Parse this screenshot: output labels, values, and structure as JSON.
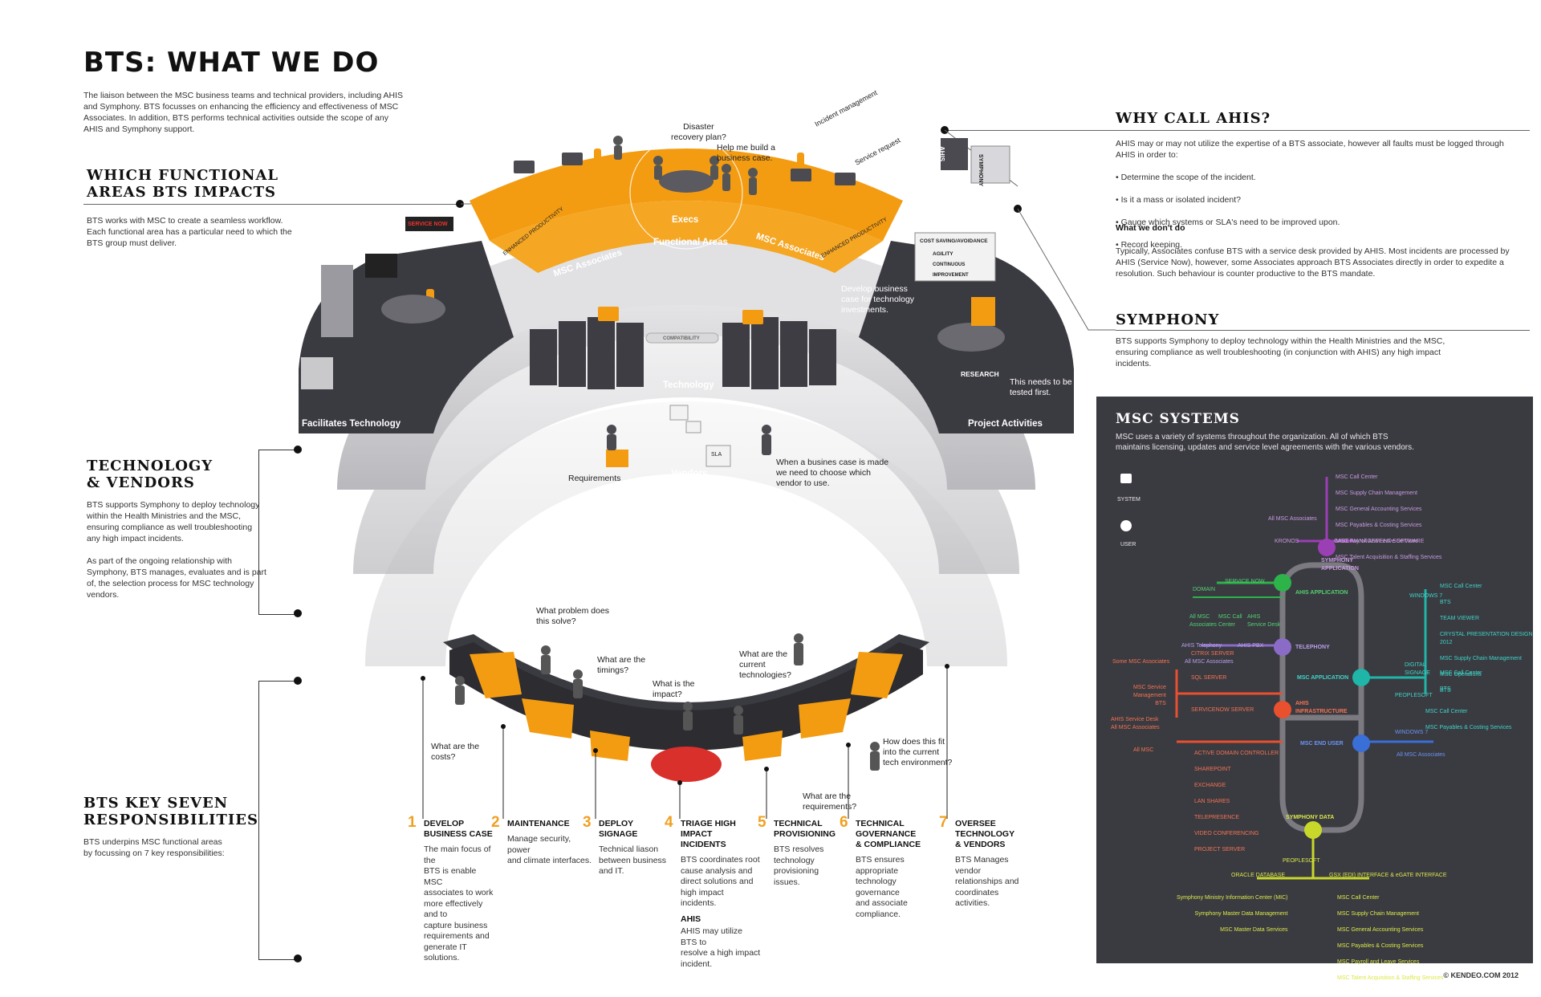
{
  "title": "BTS: WHAT WE DO",
  "intro": "The liaison between the MSC business teams and technical providers, including AHIS and Symphony. BTS focusses on enhancing the efficiency and effectiveness of MSC Associates. In addition, BTS performs technical activities outside the scope of any AHIS and Symphony support.",
  "left_sections": {
    "functional": {
      "heading": "WHICH FUNCTIONAL\nAREAS BTS IMPACTS",
      "body": "BTS works with MSC to create a seamless workflow.\nEach functional area has a particular need to which the\nBTS group must deliver."
    },
    "technology": {
      "heading": "TECHNOLOGY\n& VENDORS",
      "body": "BTS supports Symphony to deploy technology\nwithin the Health Ministries and the MSC,\nensuring compliance as well troubleshooting\nany high impact incidents.\n\nAs part of the ongoing relationship with\nSymphony, BTS manages, evaluates and is part\nof, the selection process for MSC technology\nvendors."
    },
    "responsibilities": {
      "heading": "BTS KEY SEVEN\nRESPONSIBILITIES",
      "body": "BTS underpins MSC functional areas\nby focussing on 7 key responsibilities:"
    }
  },
  "right_sections": {
    "why_ahis": {
      "heading": "WHY CALL AHIS?",
      "body": "AHIS may or may not utilize the expertise of a BTS associate, however all faults must be logged through AHIS in order to:",
      "bullets": [
        "• Determine the scope of the incident.",
        "• Is it a mass or isolated incident?",
        "• Gauge which systems or SLA's need to be improved upon.",
        "• Record keeping."
      ],
      "dont_heading": "What we don't do",
      "dont_body": "Typically, Associates confuse BTS with a service desk provided by AHIS. Most incidents are processed by AHIS (Service Now), however, some Associates approach BTS Associates directly in order to expedite a resolution. Such behaviour is counter productive to the BTS mandate."
    },
    "symphony": {
      "heading": "SYMPHONY",
      "body": "BTS supports Symphony to deploy technology within the Health Ministries and the MSC,\nensuring compliance as well troubleshooting (in conjunction with AHIS) any high impact\nincidents."
    }
  },
  "diagram": {
    "top_arc": {
      "execs": "Execs",
      "functional_areas": "Functional Areas",
      "msc_associates_left": "MSC Associates",
      "msc_associates_right": "MSC Associates",
      "enhanced_left": "ENHANCED PRODUCTIVITY",
      "enhanced_right": "ENHANCED PRODUCTIVITY",
      "disaster": "Disaster\nrecovery plan?",
      "build_case": "Help me build a\nbusiness case.",
      "incident_mgmt": "Incident management",
      "service_request": "Service request",
      "ahis_box": "AHIS",
      "symphony_box": "SYMPHONY"
    },
    "middle": {
      "facilitates": "Facilitates Technology",
      "project_activities": "Project Activities",
      "technology": "Technology",
      "compatibility": "COMPATIBILITY",
      "develop_case": "Develop business\ncase for technology\ninvestments.",
      "research": "RESEARCH",
      "tested": "This needs to be\ntested first.",
      "board_title": "COST SAVING/AVOIDANCE",
      "board_agility": "AGILITY",
      "board_ci": "CONTINUOUS\nIMPROVEMENT",
      "ticker": "SERVICE NOW"
    },
    "vendors": {
      "vendors": "Vendors",
      "requirements": "Requirements",
      "choose": "When a busines case is made\nwe need to choose which\nvendor to use.",
      "sla": "SLA"
    },
    "bottom": {
      "q_problem": "What problem does\nthis solve?",
      "q_timings": "What are the\ntimings?",
      "q_impact": "What is the\nimpact?",
      "q_current": "What are the\ncurrent\ntechnologies?",
      "q_costs": "What are the\ncosts?",
      "q_fit": "How does this fit\ninto the current\ntech environment?",
      "q_requirements": "What are the\nrequirements?"
    }
  },
  "responsibilities": [
    {
      "num": "1",
      "title": "DEVELOP\nBUSINESS CASE",
      "body": "The main focus of the\nBTS is enable MSC\nassociates to work\nmore effectively and to\ncapture business\nrequirements and\ngenerate IT solutions."
    },
    {
      "num": "2",
      "title": "MAINTENANCE",
      "body": "Manage security, power\nand climate interfaces."
    },
    {
      "num": "3",
      "title": "DEPLOY\nSIGNAGE",
      "body": "Technical liason\nbetween business\nand IT."
    },
    {
      "num": "4",
      "title": "TRIAGE HIGH\nIMPACT\nINCIDENTS",
      "body": "BTS coordinates root\ncause analysis and\ndirect solutions and\nhigh impact incidents.",
      "extra_title": "AHIS",
      "extra_body": "AHIS may utilize BTS to\nresolve a high impact\nincident."
    },
    {
      "num": "5",
      "title": "TECHNICAL\nPROVISIONING",
      "body": "BTS resolves\ntechnology\nprovisioning issues."
    },
    {
      "num": "6",
      "title": "TECHNICAL\nGOVERNANCE\n& COMPLIANCE",
      "body": "BTS ensures appropriate\ntechnology governance\nand associate\ncompliance."
    },
    {
      "num": "7",
      "title": "OVERSEE\nTECHNOLOGY\n& VENDORS",
      "body": "BTS Manages\nvendor\nrelationships and\ncoordinates\nactivities."
    }
  ],
  "msc_systems": {
    "heading": "MSC SYSTEMS",
    "body": "MSC uses a variety of systems throughout the organization. All of which BTS\nmaintains licensing, updates and service level agreements with the various vendors.",
    "legend_system": "SYSTEM",
    "legend_user": "USER",
    "nodes": {
      "symphony_app": "SYMPHONY\nAPPLICATION",
      "ahis_app": "AHIS APPLICATION",
      "telephony": "TELEPHONY",
      "msc_app": "MSC APPLICATION",
      "ahis_infra": "AHIS\nINFRASTRUCTURE",
      "msc_end_user": "MSC END USER",
      "symphony_data": "SYMPHONY DATA",
      "kronos": "KRONOS",
      "case_mgmt": "CASE MANAGEMENT SOFTWARE",
      "all_msc_assoc_top": "All MSC Associates",
      "domain": "DOMAIN",
      "service_now": "SERVICE NOW",
      "all_msc_assoc_green": "All MSC\nAssociates",
      "msc_call_center_green": "MSC Call\nCenter",
      "ahis_service_desk_green": "AHIS\nService Desk",
      "ahis_telephony": "AHIS Telephony",
      "ahis_pbx": "AHIS PBX",
      "all_msc_assoc_purple": "All MSC Associates",
      "windows7": "WINDOWS 7",
      "digital_signage": "DIGITAL\nSIGNAGE",
      "peoplesoft_right": "PEOPLESOFT",
      "windows7_blue": "WINDOWS 7",
      "all_msc_assoc_blue": "All MSC Associates",
      "some_msc_assoc": "Some MSC Associates",
      "msc_service_mgmt": "MSC Service\nManagement\nBTS",
      "ahis_service_desk_red": "AHIS Service Desk\nAll MSC Associates",
      "all_msc_red": "All MSC",
      "citrix": "CITRIX SERVER",
      "sql": "SQL SERVER",
      "servicenow_server": "SERVICENOW SERVER",
      "peoplesoft_bottom": "PEOPLESOFT",
      "oracle": "ORACLE DATABASE",
      "gsx": "GSX (EDI) INTERFACE & eGATE INTERFACE"
    },
    "lists": {
      "top_purple": [
        "MSC Call Center",
        "MSC Supply Chain Management",
        "MSC General Accounting Services",
        "MSC Payables & Costing Services",
        "MSC Payroll And Leave Services",
        "MSC Talent Acquisition & Staffing Services"
      ],
      "teal_right": [
        "MSC Call Center",
        "BTS",
        "TEAM VIEWER",
        "CRYSTAL PRESENTATION DESIGN 2012",
        "MSC Supply Chain Management",
        "MSC Operations",
        "BTS"
      ],
      "teal_signage": [
        "MSC Call Center",
        "BTS"
      ],
      "teal_peoplesoft": [
        "MSC Call Center",
        "MSC Payables & Costing Services"
      ],
      "red_infra": [
        "ACTIVE DOMAIN CONTROLLER",
        "SHAREPOINT",
        "EXCHANGE",
        "LAN SHARES",
        "TELEPRESENCE",
        "VIDEO CONFERENCING",
        "PROJECT SERVER"
      ],
      "yellow_left": [
        "Symphony Ministry Information Center (MIC)",
        "Symphony Master Data Management",
        "MSC Master Data Services"
      ],
      "yellow_right": [
        "MSC Call Center",
        "MSC Supply Chain Management",
        "MSC General Accounting Services",
        "MSC Payables & Costing Services",
        "MSC Payroll and Leave Services",
        "MSC Talent Acquisition & Staffing Services"
      ]
    }
  },
  "copyright": "© KENDEO.COM 2012",
  "colors": {
    "orange": "#f39c12",
    "dark": "#3a3a41",
    "purple": "#9b3fb5",
    "green": "#2db34a",
    "teal": "#1fb5a8",
    "red": "#e8502e",
    "blue": "#3a6fd8",
    "yellow": "#c8d82a",
    "grey_track": "#7a7a80"
  }
}
